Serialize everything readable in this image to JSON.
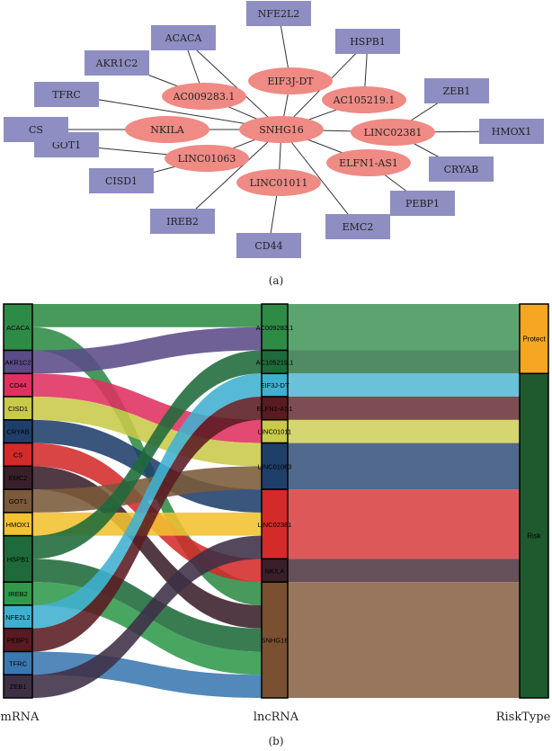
{
  "panel_a": {
    "caption": "(a)",
    "center": "SNHG16",
    "lncrnas": [
      "EIF3J-DT",
      "AC105219.1",
      "LINC02381",
      "ELFN1-AS1",
      "LINC01011",
      "LINC01063",
      "NKILA",
      "AC009283.1"
    ],
    "mrnas": [
      "NFE2L2",
      "HSPB1",
      "ZEB1",
      "HMOX1",
      "CRYAB",
      "PEBP1",
      "EMC2",
      "CD44",
      "IREB2",
      "CISD1",
      "GOT1",
      "CS",
      "TFRC",
      "AKR1C2",
      "ACACA"
    ],
    "edges": [
      [
        "SNHG16",
        "EIF3J-DT"
      ],
      [
        "SNHG16",
        "AC105219.1"
      ],
      [
        "SNHG16",
        "LINC02381"
      ],
      [
        "SNHG16",
        "ELFN1-AS1"
      ],
      [
        "SNHG16",
        "LINC01011"
      ],
      [
        "SNHG16",
        "LINC01063"
      ],
      [
        "SNHG16",
        "NKILA"
      ],
      [
        "SNHG16",
        "AC009283.1"
      ],
      [
        "EIF3J-DT",
        "NFE2L2"
      ],
      [
        "AC105219.1",
        "HSPB1"
      ],
      [
        "LINC02381",
        "ZEB1"
      ],
      [
        "LINC02381",
        "HMOX1"
      ],
      [
        "LINC02381",
        "CRYAB"
      ],
      [
        "ELFN1-AS1",
        "PEBP1"
      ],
      [
        "LINC01011",
        "CD44"
      ],
      [
        "LINC01063",
        "CISD1"
      ],
      [
        "LINC01063",
        "GOT1"
      ],
      [
        "NKILA",
        "CS"
      ],
      [
        "AC009283.1",
        "AKR1C2"
      ],
      [
        "AC009283.1",
        "ACACA"
      ],
      [
        "SNHG16",
        "HSPB1"
      ],
      [
        "SNHG16",
        "ACACA"
      ],
      [
        "SNHG16",
        "TFRC"
      ],
      [
        "SNHG16",
        "IREB2"
      ],
      [
        "SNHG16",
        "EMC2"
      ]
    ],
    "colors": {
      "lnc_fill": "#ef8a84",
      "mrna_fill": "#8e8ec3",
      "edge": "#333333"
    }
  },
  "panel_b": {
    "caption": "(b)",
    "axis_titles": [
      "mRNA",
      "lncRNA",
      "RiskType"
    ],
    "mrna": [
      {
        "name": "ACACA",
        "color": "#2e8b46",
        "w": 2
      },
      {
        "name": "AKR1C2",
        "color": "#5b4b87",
        "w": 1
      },
      {
        "name": "CD44",
        "color": "#e03060",
        "w": 1
      },
      {
        "name": "CISD1",
        "color": "#c9c94a",
        "w": 1
      },
      {
        "name": "CRYAB",
        "color": "#1f3f6b",
        "w": 1
      },
      {
        "name": "CS",
        "color": "#d42a2a",
        "w": 1
      },
      {
        "name": "EMC2",
        "color": "#3a1f2a",
        "w": 1
      },
      {
        "name": "GOT1",
        "color": "#7a5a3a",
        "w": 1
      },
      {
        "name": "HMOX1",
        "color": "#f2c230",
        "w": 1
      },
      {
        "name": "HSPB1",
        "color": "#1f6a3a",
        "w": 2
      },
      {
        "name": "IREB2",
        "color": "#2f9a4a",
        "w": 1
      },
      {
        "name": "NFE2L2",
        "color": "#3fb0d0",
        "w": 1
      },
      {
        "name": "PEBP1",
        "color": "#5a1a22",
        "w": 1
      },
      {
        "name": "TFRC",
        "color": "#3a78b0",
        "w": 1
      },
      {
        "name": "ZEB1",
        "color": "#3e2f45",
        "w": 1
      }
    ],
    "lncrna": [
      {
        "name": "AC009283.1",
        "color": "#2e8b46",
        "risk": "Protect"
      },
      {
        "name": "AC105219.1",
        "color": "#1f6a3a",
        "risk": "Protect"
      },
      {
        "name": "EIF3J-DT",
        "color": "#3fb0d0",
        "risk": "Risk"
      },
      {
        "name": "ELFN1-AS1",
        "color": "#5a1a22",
        "risk": "Risk"
      },
      {
        "name": "LINC01011",
        "color": "#c9c94a",
        "risk": "Risk"
      },
      {
        "name": "LINC01063",
        "color": "#1f3f6b",
        "risk": "Risk"
      },
      {
        "name": "LINC02381",
        "color": "#d42a2a",
        "risk": "Risk"
      },
      {
        "name": "NKILA",
        "color": "#3a1f2a",
        "risk": "Risk"
      },
      {
        "name": "SNHG16",
        "color": "#7a5030",
        "risk": "Risk"
      }
    ],
    "risk": [
      {
        "name": "Protect",
        "color": "#f5a623"
      },
      {
        "name": "Risk",
        "color": "#1f5a2e"
      }
    ],
    "flows": [
      [
        "ACACA",
        "AC009283.1"
      ],
      [
        "ACACA",
        "SNHG16"
      ],
      [
        "AKR1C2",
        "AC009283.1"
      ],
      [
        "CD44",
        "LINC01011"
      ],
      [
        "CISD1",
        "LINC01063"
      ],
      [
        "CRYAB",
        "LINC02381"
      ],
      [
        "CS",
        "NKILA"
      ],
      [
        "EMC2",
        "SNHG16"
      ],
      [
        "GOT1",
        "LINC01063"
      ],
      [
        "HMOX1",
        "LINC02381"
      ],
      [
        "HSPB1",
        "AC105219.1"
      ],
      [
        "HSPB1",
        "SNHG16"
      ],
      [
        "IREB2",
        "SNHG16"
      ],
      [
        "NFE2L2",
        "EIF3J-DT"
      ],
      [
        "PEBP1",
        "ELFN1-AS1"
      ],
      [
        "TFRC",
        "SNHG16"
      ],
      [
        "ZEB1",
        "LINC02381"
      ]
    ]
  }
}
